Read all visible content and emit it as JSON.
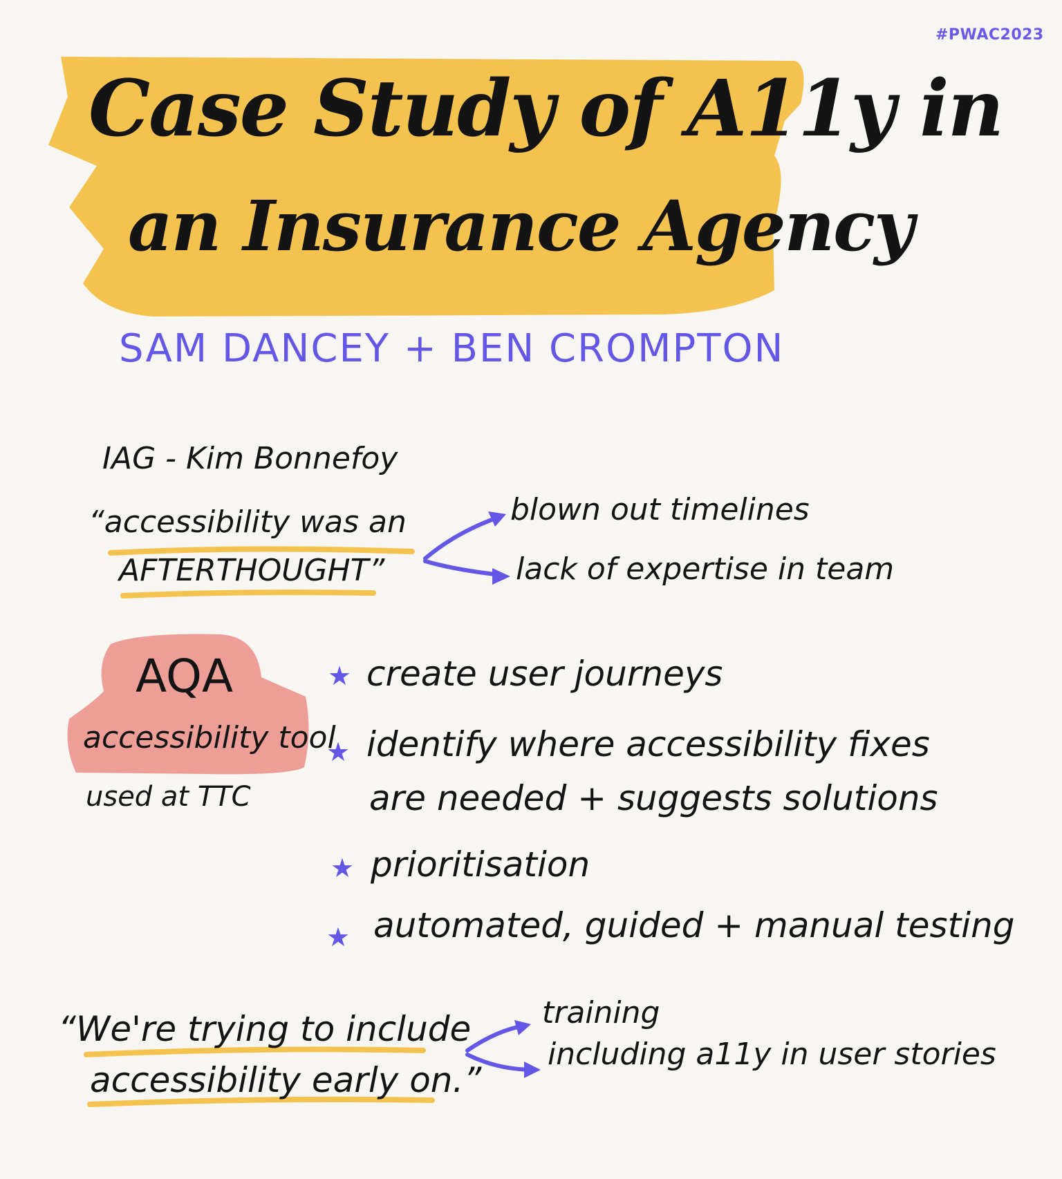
{
  "header": {
    "hashtag": "#PWAC2023",
    "title_line1": "Case Study of A11y in",
    "title_line2": "an Insurance Agency",
    "authors": "SAM DANCEY + BEN CROMPTON"
  },
  "section_iag": {
    "heading": "IAG - Kim Bonnefoy",
    "quote_line1": "“accessibility was an",
    "quote_line2": "AFTERTHOUGHT”",
    "consequences": [
      "blown out timelines",
      "lack of expertise in team"
    ]
  },
  "section_aqa": {
    "title": "AQA",
    "subtitle": "accessibility tool",
    "used_at": "used at TTC",
    "bullets": [
      {
        "line1": "create user journeys",
        "line2": ""
      },
      {
        "line1": "identify where accessibility fixes",
        "line2": "are needed + suggests solutions"
      },
      {
        "line1": "prioritisation",
        "line2": ""
      },
      {
        "line1": "automated, guided + manual testing",
        "line2": ""
      }
    ]
  },
  "section_early": {
    "quote_line1": "“We're trying to include",
    "quote_line2": "accessibility early on.”",
    "actions": [
      "training",
      "including a11y in user stories"
    ]
  },
  "colors": {
    "highlight_yellow": "#f4c34f",
    "accent_purple": "#6457e6",
    "pink_highlight": "#ec9e97",
    "ink": "#141414",
    "paper": "#f7f6f2"
  }
}
